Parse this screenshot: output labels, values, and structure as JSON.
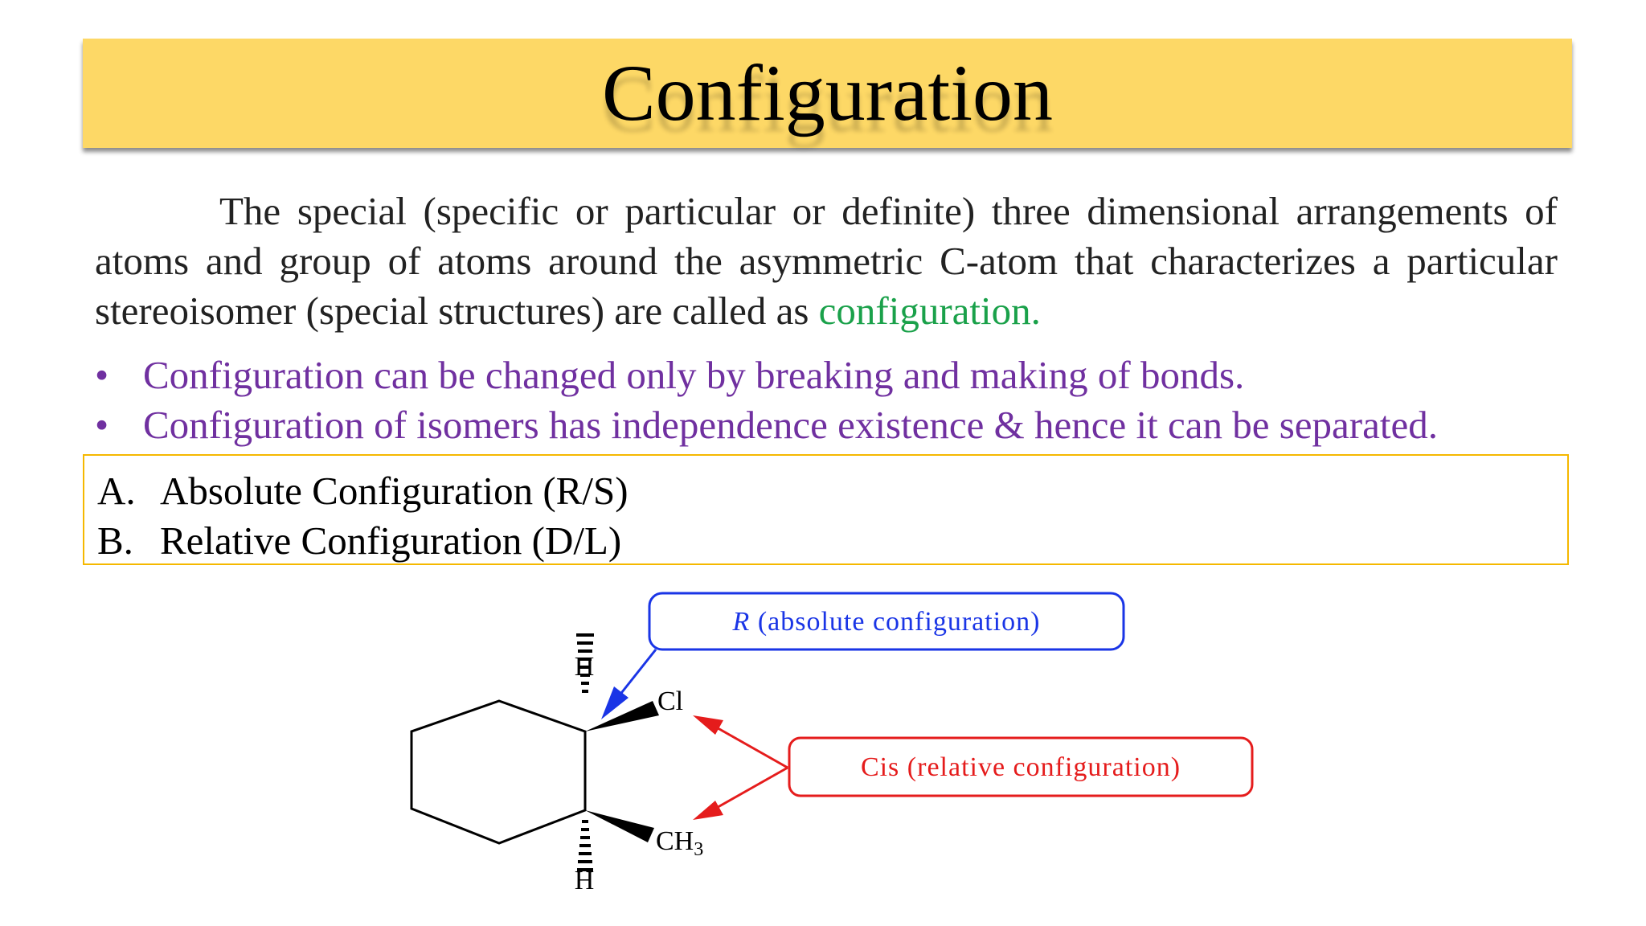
{
  "title": "Configuration",
  "definition": {
    "text": "The special (specific or particular or definite) three dimensional arrangements of atoms and group of atoms around the asymmetric C-atom that characterizes a particular stereoisomer (special structures) are called as ",
    "highlight": "configuration."
  },
  "bullets": [
    {
      "marker": "•",
      "text": "Configuration can be changed only by breaking and making of bonds."
    },
    {
      "marker": "•",
      "text": "Configuration of isomers has independence existence & hence it can be separated."
    }
  ],
  "types": [
    {
      "letter": "A.",
      "text": "Absolute Configuration (R/S)"
    },
    {
      "letter": "B.",
      "text": "Relative Configuration (D/L)"
    }
  ],
  "diagram": {
    "absolute_label_italic": "R",
    "absolute_label_rest": " (absolute configuration)",
    "relative_label": "Cis (relative configuration)",
    "atom_h_top": "H",
    "atom_h_bottom": "H",
    "atom_cl": "Cl",
    "atom_ch": "CH",
    "atom_ch_sub": "3",
    "colors": {
      "blue": "#1a35e6",
      "red": "#e51c1c",
      "title_bg": "#fdd866",
      "highlight": "#1aa14a",
      "bullets": "#7030a0"
    }
  }
}
